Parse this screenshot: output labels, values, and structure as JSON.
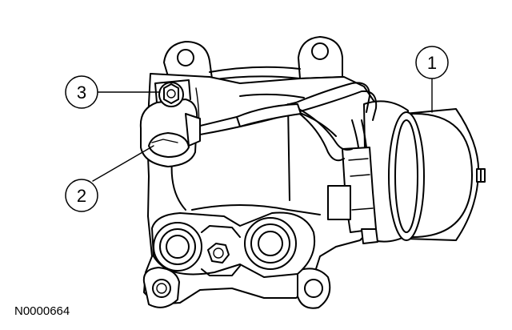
{
  "figure_code": "N0000664",
  "callouts": [
    {
      "label": "1"
    },
    {
      "label": "2"
    },
    {
      "label": "3"
    }
  ],
  "colors": {
    "ink": "#000000",
    "paper": "#ffffff"
  }
}
